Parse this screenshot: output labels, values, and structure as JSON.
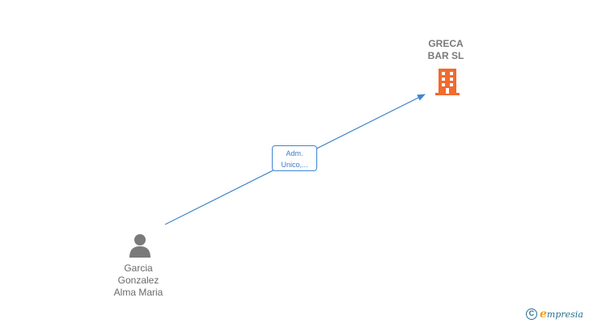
{
  "company": {
    "name_line1": "GRECA",
    "name_line2": "BAR  SL",
    "icon": "building-icon",
    "color": "#f26a2e"
  },
  "person": {
    "name_line1": "Garcia",
    "name_line2": "Gonzalez",
    "name_line3": "Alma Maria",
    "icon": "person-icon",
    "color": "#7a7a7a"
  },
  "relation": {
    "label_line1": "Adm.",
    "label_line2": "Unico,...",
    "color": "#3f85d2"
  },
  "footer": {
    "copyright_symbol": "C",
    "brand_initial": "e",
    "brand_rest": "mpresia"
  }
}
